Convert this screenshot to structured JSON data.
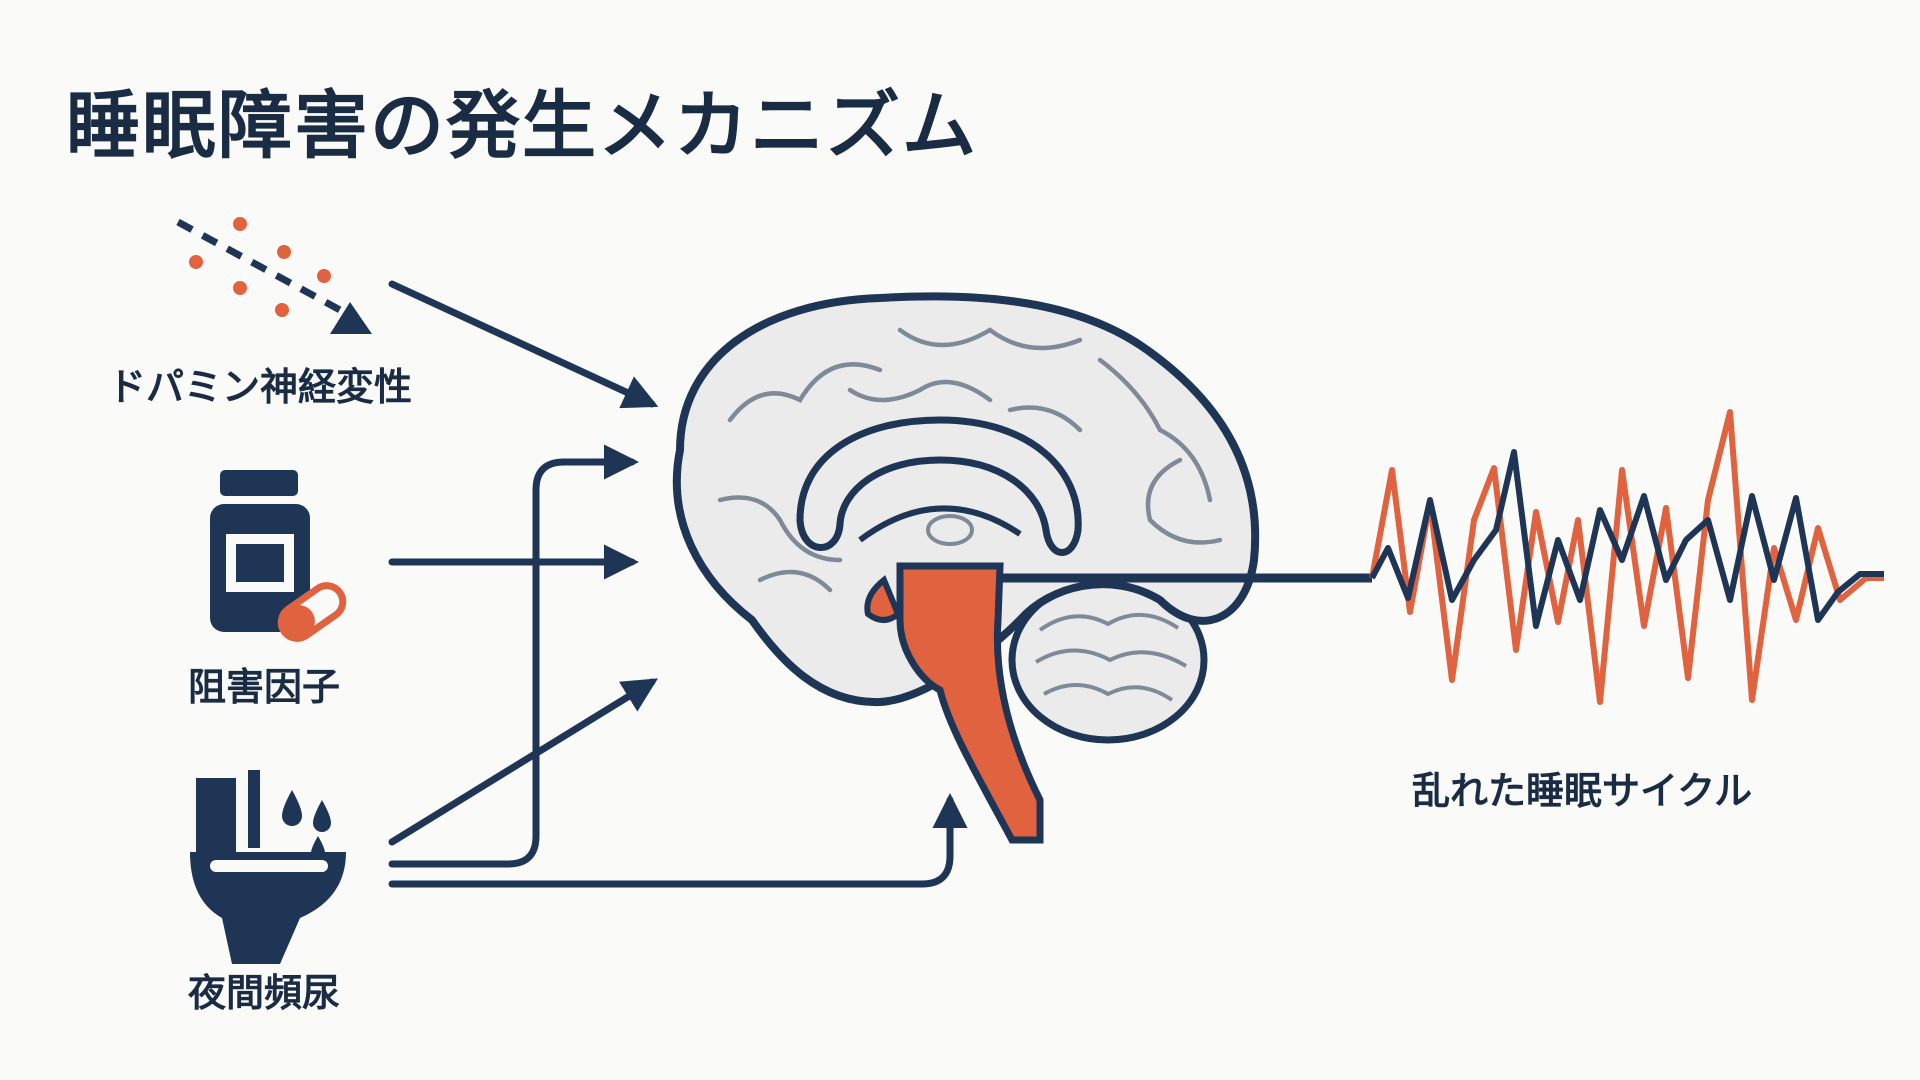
{
  "title": "睡眠障害の発生メカニズム",
  "factors": {
    "dopamine": "ドパミン神経変性",
    "inhibitor": "阻害因子",
    "nocturia": "夜間頻尿"
  },
  "result": "乱れた睡眠サイクル",
  "colors": {
    "navy": "#1e3556",
    "orange": "#e0623f",
    "brain_fill": "#ebebeb",
    "gyri": "#7e8a98",
    "background": "#fafaf8"
  },
  "icons": [
    "dopamine-dots-icon",
    "medicine-bottle-icon",
    "capsule-icon",
    "toilet-icon",
    "water-drop-icon",
    "brain-icon",
    "sleep-wave-icon"
  ]
}
